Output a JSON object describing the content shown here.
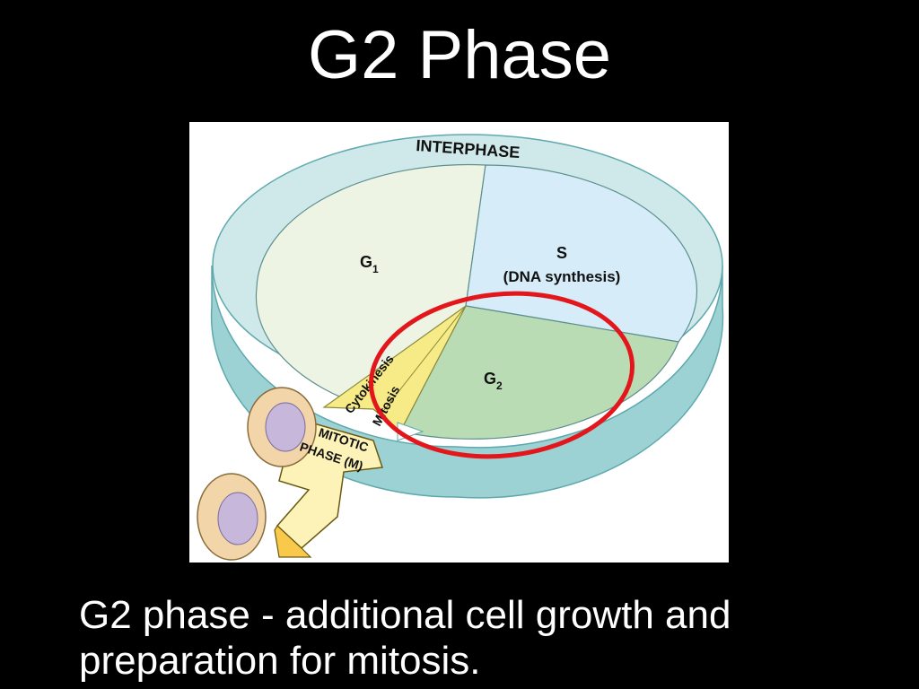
{
  "slide": {
    "title": "G2 Phase",
    "caption": "G2 phase - additional cell growth and preparation for mitosis."
  },
  "diagram": {
    "ring_label": "INTERPHASE",
    "g1_letter": "G",
    "g1_sub": "1",
    "s_title": "S",
    "s_subtitle": "(DNA synthesis)",
    "g2_letter": "G",
    "g2_sub": "2",
    "cytokinesis_label": "Cytokinesis",
    "mitosis_label": "Mitosis",
    "mitotic_line1": "MITOTIC",
    "mitotic_line2": "PHASE (M)",
    "colors": {
      "ring": "#cfe9ea",
      "ring_edge": "#8fc9cc",
      "g1": "#eef4e4",
      "s": "#d6ecf8",
      "g2": "#b9dcb4",
      "mitosis": "#f6eb86",
      "arrow": "#f8c94a",
      "highlight": "#e3161b",
      "cell": "#f2d5a8",
      "nucleus": "#c7b7db"
    },
    "icons": [
      "daughter-cell-icon",
      "daughter-cell-icon",
      "mitotic-arrow-icon",
      "highlight-circle"
    ]
  }
}
